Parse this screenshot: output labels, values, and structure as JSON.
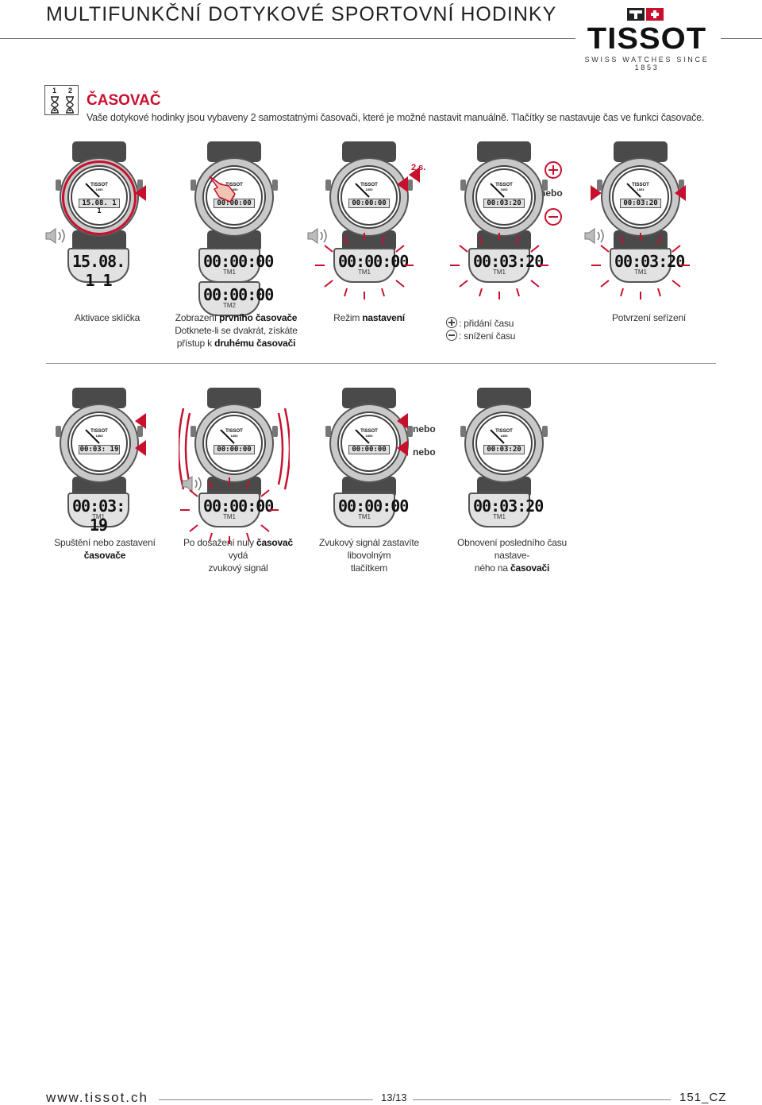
{
  "header": {
    "title": "MULTIFUNKČNÍ DOTYKOVÉ SPORTOVNÍ HODINKY",
    "brand": "TISSOT",
    "brand_sub": "SWISS WATCHES SINCE 1853"
  },
  "section": {
    "icon_num1": "1",
    "icon_num2": "2",
    "title": "ČASOVAČ",
    "description": "Vaše dotykové hodinky jsou vybaveny 2 samostatnými časovači, které je možné nastavit manuálně. Tlačítky se nastavuje čas ve funkci časovače."
  },
  "watch_dial": {
    "brand": "TISSOT",
    "year": "1853"
  },
  "row1": {
    "label_2s": "2 s.",
    "nebo": "nebo",
    "lcd_main": [
      "15.08. 1 1",
      "00:00:00",
      "00:00:00",
      "00:03:20",
      "00:03:20"
    ],
    "lcd_second": "00:00:00",
    "tm1": "TM1",
    "tm2": "TM2",
    "dial_values": [
      "15.08. 1 1",
      "00:00:00",
      "00:00:00",
      "00:03:20",
      "00:03:20"
    ],
    "captions": {
      "c1": "Aktivace sklíčka",
      "c2_pre": "Zobrazení ",
      "c2_bold": "prvního časovače",
      "c2_line2": "Dotknete-li se dvakrát, získáte",
      "c2_line3_pre": "přístup k ",
      "c2_line3_bold": "druhému časovači",
      "c3_pre": "Režim ",
      "c3_bold": "nastavení",
      "c4_plus": ": přidání času",
      "c4_minus": ": snížení času",
      "c5": "Potvrzení seřízení"
    }
  },
  "row2": {
    "nebo1": "nebo",
    "nebo2": "nebo",
    "lcd_main": [
      "00:03: 19",
      "00:00:00",
      "00:00:00",
      "00:03:20"
    ],
    "dial_values": [
      "00:03: 19",
      "00:00:00",
      "00:00:00",
      "00:03:20"
    ],
    "tm1": "TM1",
    "captions": {
      "c1_pre": "Spuštění nebo zastavení ",
      "c1_bold": "časovače",
      "c2_pre": "Po dosažení nuly ",
      "c2_bold": "časovač",
      "c2_post": " vydá",
      "c2_line2": "zvukový signál",
      "c3_line1": "Zvukový signál zastavíte libovolným",
      "c3_line2": "tlačítkem",
      "c4_line1": "Obnovení posledního času nastave-",
      "c4_line2_pre": "ného na ",
      "c4_line2_bold": "časovači"
    }
  },
  "footer": {
    "url": "www.tissot.ch",
    "page": "13/13",
    "number": "151_CZ"
  },
  "colors": {
    "accent": "#c8102e",
    "text": "#333333"
  },
  "icons": [
    "hourglass-icon",
    "speaker-icon",
    "plus-icon",
    "minus-icon",
    "finger-icon",
    "arrow-icon"
  ]
}
